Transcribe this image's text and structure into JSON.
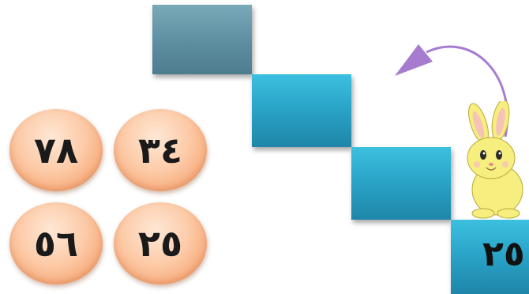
{
  "stairs": {
    "bottom_step_number": "٢٥"
  },
  "answer_bubbles": [
    {
      "label": "٧٨"
    },
    {
      "label": "٣٤"
    },
    {
      "label": "٥٦"
    },
    {
      "label": "٢٥"
    }
  ],
  "colors": {
    "step_top": "#6a9aad",
    "step_blue": "#2aa5c9",
    "bubble": "#f9b88c",
    "arrow": "#a77bd0",
    "bunny": "#f6ee7e"
  },
  "icons": {
    "arrow": "curved-arrow-icon",
    "character": "bunny-character"
  }
}
